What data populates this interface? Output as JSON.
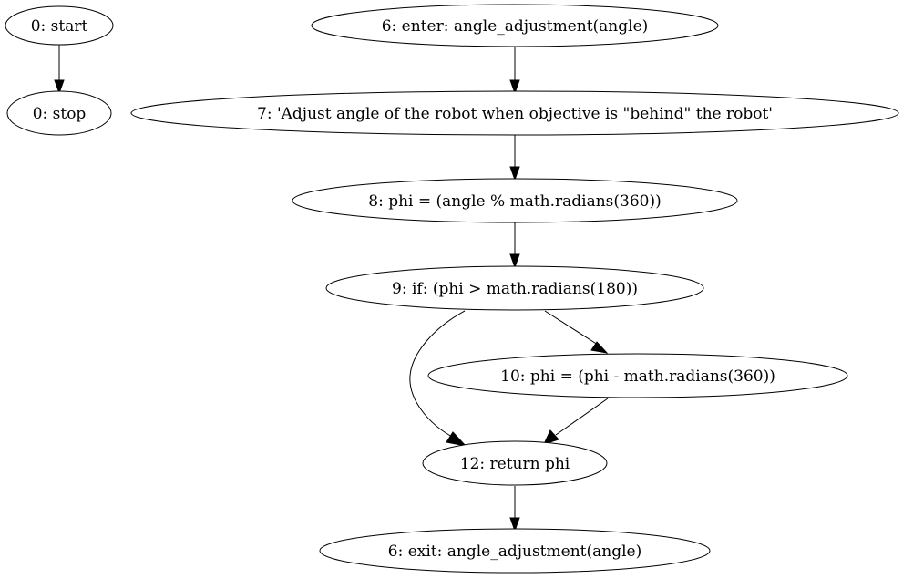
{
  "diagram": {
    "nodes": [
      {
        "id": "n0start",
        "label": "0: start"
      },
      {
        "id": "n0stop",
        "label": "0: stop"
      },
      {
        "id": "n6enter",
        "label": "6: enter: angle_adjustment(angle)"
      },
      {
        "id": "n7",
        "label": "7: 'Adjust angle of the robot when objective is \"behind\" the robot'"
      },
      {
        "id": "n8",
        "label": "8: phi = (angle % math.radians(360))"
      },
      {
        "id": "n9",
        "label": "9: if: (phi > math.radians(180))"
      },
      {
        "id": "n10",
        "label": "10: phi = (phi - math.radians(360))"
      },
      {
        "id": "n12",
        "label": "12: return phi"
      },
      {
        "id": "n6exit",
        "label": "6: exit: angle_adjustment(angle)"
      }
    ],
    "edges": [
      {
        "from": "n0start",
        "to": "n0stop"
      },
      {
        "from": "n6enter",
        "to": "n7"
      },
      {
        "from": "n7",
        "to": "n8"
      },
      {
        "from": "n8",
        "to": "n9"
      },
      {
        "from": "n9",
        "to": "n12"
      },
      {
        "from": "n9",
        "to": "n10"
      },
      {
        "from": "n10",
        "to": "n12"
      },
      {
        "from": "n12",
        "to": "n6exit"
      }
    ]
  }
}
